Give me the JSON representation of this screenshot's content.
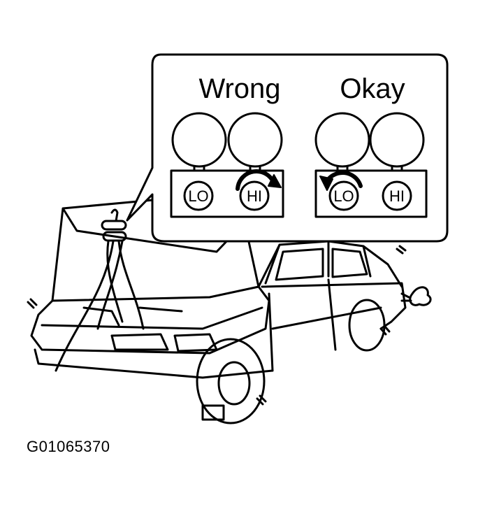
{
  "callout": {
    "wrong_label": "Wrong",
    "okay_label": "Okay",
    "wrong_panel": {
      "lo_label": "LO",
      "hi_label": "HI",
      "turned_valve": "HI"
    },
    "okay_panel": {
      "lo_label": "LO",
      "hi_label": "HI",
      "turned_valve": "LO"
    }
  },
  "figure_code": "G01065370",
  "colors": {
    "ink": "#000000",
    "paper": "#ffffff"
  }
}
